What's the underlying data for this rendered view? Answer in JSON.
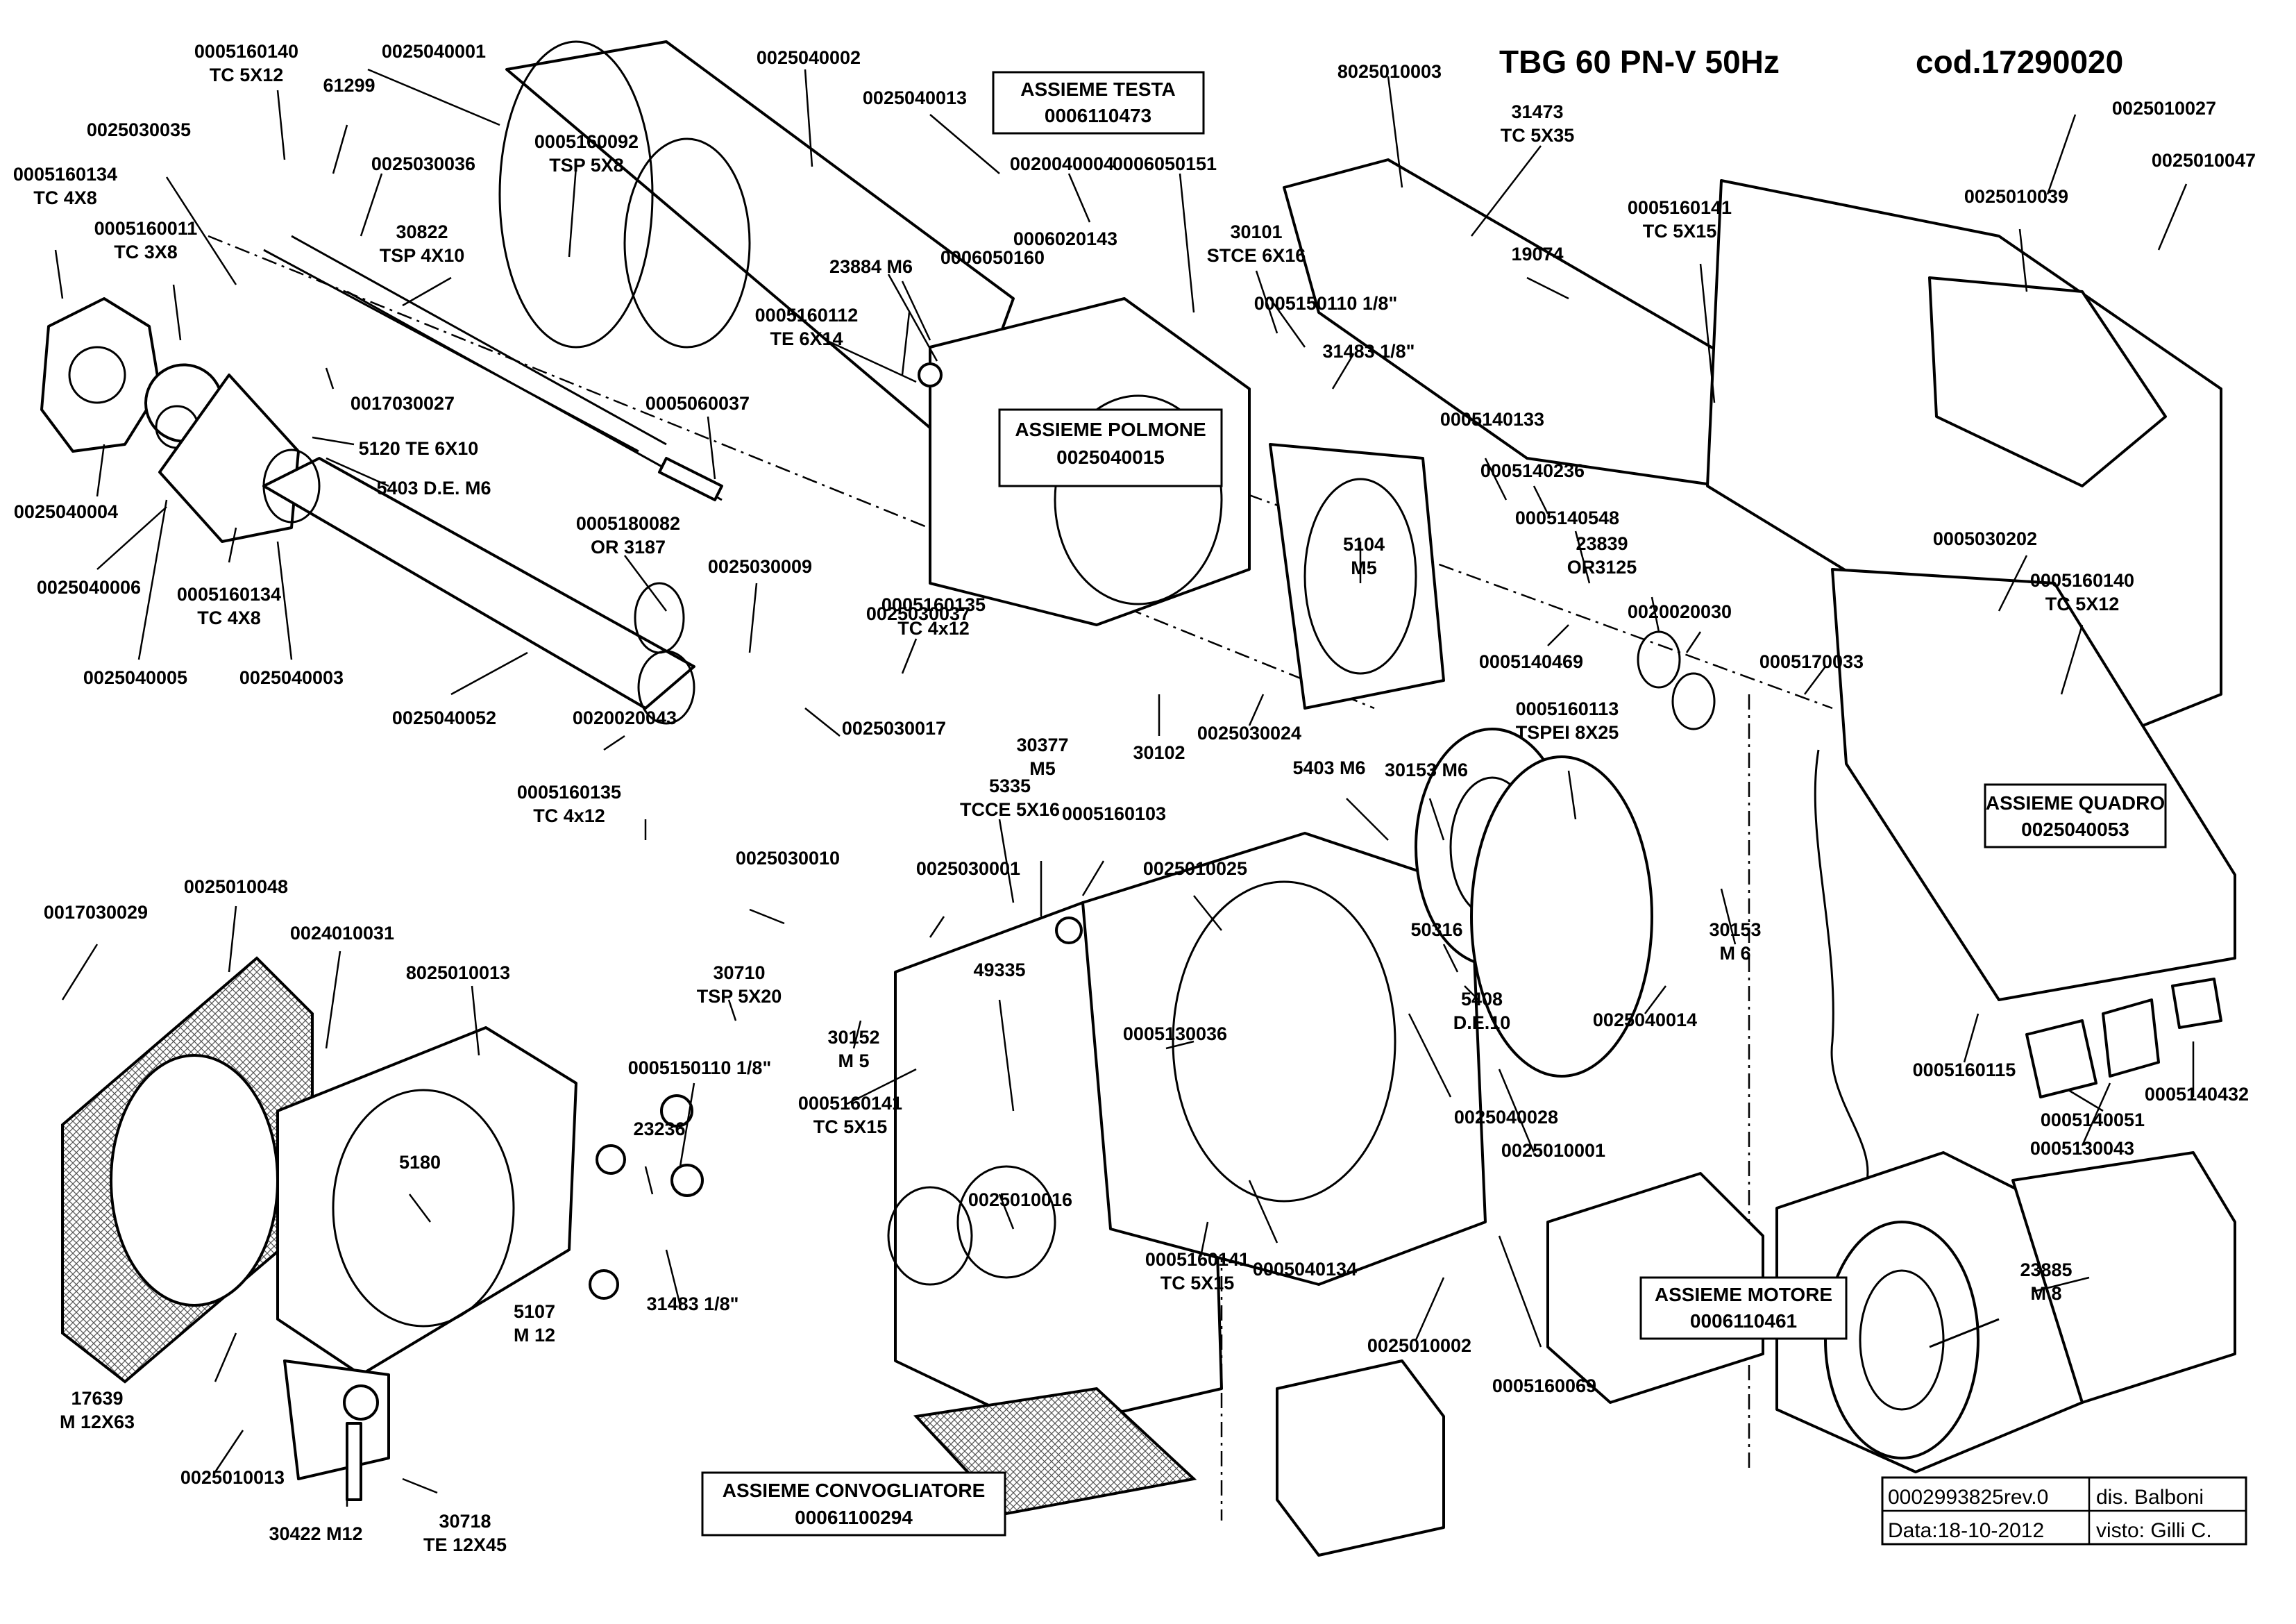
{
  "header": {
    "model": "TBG 60 PN-V   50Hz",
    "code": "cod.17290020"
  },
  "title_block": {
    "doc": "0002993825rev.0",
    "drawn": "dis. Balboni",
    "date": "Data:18-10-2012",
    "checked": "visto: Gilli C."
  },
  "assemblies": {
    "testa": [
      "ASSIEME TESTA",
      "0006110473"
    ],
    "polmone": [
      "ASSIEME POLMONE",
      "0025040015"
    ],
    "quadro": [
      "ASSIEME QUADRO",
      "0025040053"
    ],
    "motore": [
      "ASSIEME MOTORE",
      "0006110461"
    ],
    "convogliatore": [
      "ASSIEME CONVOGLIATORE",
      "00061100294"
    ]
  },
  "labels": [
    [
      "0005160140",
      "TC 5X12"
    ],
    [
      "0025040001"
    ],
    [
      "61299"
    ],
    [
      "0025030035"
    ],
    [
      "0005160134",
      "TC 4X8"
    ],
    [
      "0025030036"
    ],
    [
      "0005160011",
      "TC 3X8"
    ],
    [
      "0005160092",
      "TSP 5X8"
    ],
    [
      "30822",
      "TSP 4X10"
    ],
    [
      "0017030027"
    ],
    [
      "5120 TE 6X10"
    ],
    [
      "5403 D.E. M6"
    ],
    [
      "0025040004"
    ],
    [
      "0025040006"
    ],
    [
      "0005160134",
      "TC 4X8"
    ],
    [
      "0025040005"
    ],
    [
      "0025040003"
    ],
    [
      "0025040002"
    ],
    [
      "0025040013"
    ],
    [
      "0020040004"
    ],
    [
      "0006050151"
    ],
    [
      "0006020143"
    ],
    [
      "0006050160"
    ],
    [
      "23884 M6"
    ],
    [
      "0005160112",
      "TE 6X14"
    ],
    [
      "0005060037"
    ],
    [
      "0005180082",
      "OR 3187"
    ],
    [
      "0025030009"
    ],
    [
      "0025030037"
    ],
    [
      "0005160135",
      "TC 4x12"
    ],
    [
      "0025040052"
    ],
    [
      "0020020043"
    ],
    [
      "0025030017"
    ],
    [
      "0005160135",
      "TC 4x12"
    ],
    [
      "0025030010"
    ],
    [
      "8025010003"
    ],
    [
      "31473",
      "TC 5X35"
    ],
    [
      "30101",
      "STCE 6X16"
    ],
    [
      "19074"
    ],
    [
      "0005150110 1/8\""
    ],
    [
      "31483 1/8\""
    ],
    [
      "0005160141",
      "TC 5X15"
    ],
    [
      "0005140133"
    ],
    [
      "0005140236"
    ],
    [
      "5104",
      "M5"
    ],
    [
      "0005140548"
    ],
    [
      "23839",
      "OR3125"
    ],
    [
      "0020020030"
    ],
    [
      "0005140469"
    ],
    [
      "0005170033"
    ],
    [
      "0005160113",
      "TSPEI 8X25"
    ],
    [
      "30102"
    ],
    [
      "0025030024"
    ],
    [
      "5403 M6"
    ],
    [
      "30153 M6"
    ],
    [
      "0025010027"
    ],
    [
      "0025010047"
    ],
    [
      "0025010039"
    ],
    [
      "0005030202"
    ],
    [
      "0005160140",
      "TC 5X12"
    ],
    [
      "5335",
      "TCCE 5X16"
    ],
    [
      "30377",
      "M5"
    ],
    [
      "0005160103"
    ],
    [
      "0025010025"
    ],
    [
      "0025030001"
    ],
    [
      "50316"
    ],
    [
      "30153",
      "M 6"
    ],
    [
      "5408",
      "D.E.10"
    ],
    [
      "0025040014"
    ],
    [
      "0005160115"
    ],
    [
      "0005140051"
    ],
    [
      "0005140432"
    ],
    [
      "0005130043"
    ],
    [
      "0017030029"
    ],
    [
      "0025010048"
    ],
    [
      "0024010031"
    ],
    [
      "8025010013"
    ],
    [
      "30710",
      "TSP 5X20"
    ],
    [
      "30152",
      "M 5"
    ],
    [
      "0005160141",
      "TC 5X15"
    ],
    [
      "49335"
    ],
    [
      "0005130036"
    ],
    [
      "0025040028"
    ],
    [
      "0025010001"
    ],
    [
      "0005150110 1/8\""
    ],
    [
      "23236"
    ],
    [
      "5180"
    ],
    [
      "5107",
      "M 12"
    ],
    [
      "31483 1/8\""
    ],
    [
      "0025010016"
    ],
    [
      "0005160141",
      "TC 5X15"
    ],
    [
      "0005040134"
    ],
    [
      "0025010002"
    ],
    [
      "0005160069"
    ],
    [
      "23885",
      "M 8"
    ],
    [
      "17639",
      "M 12X63"
    ],
    [
      "0025010013"
    ],
    [
      "30422 M12"
    ],
    [
      "30718",
      "TE 12X45"
    ]
  ]
}
